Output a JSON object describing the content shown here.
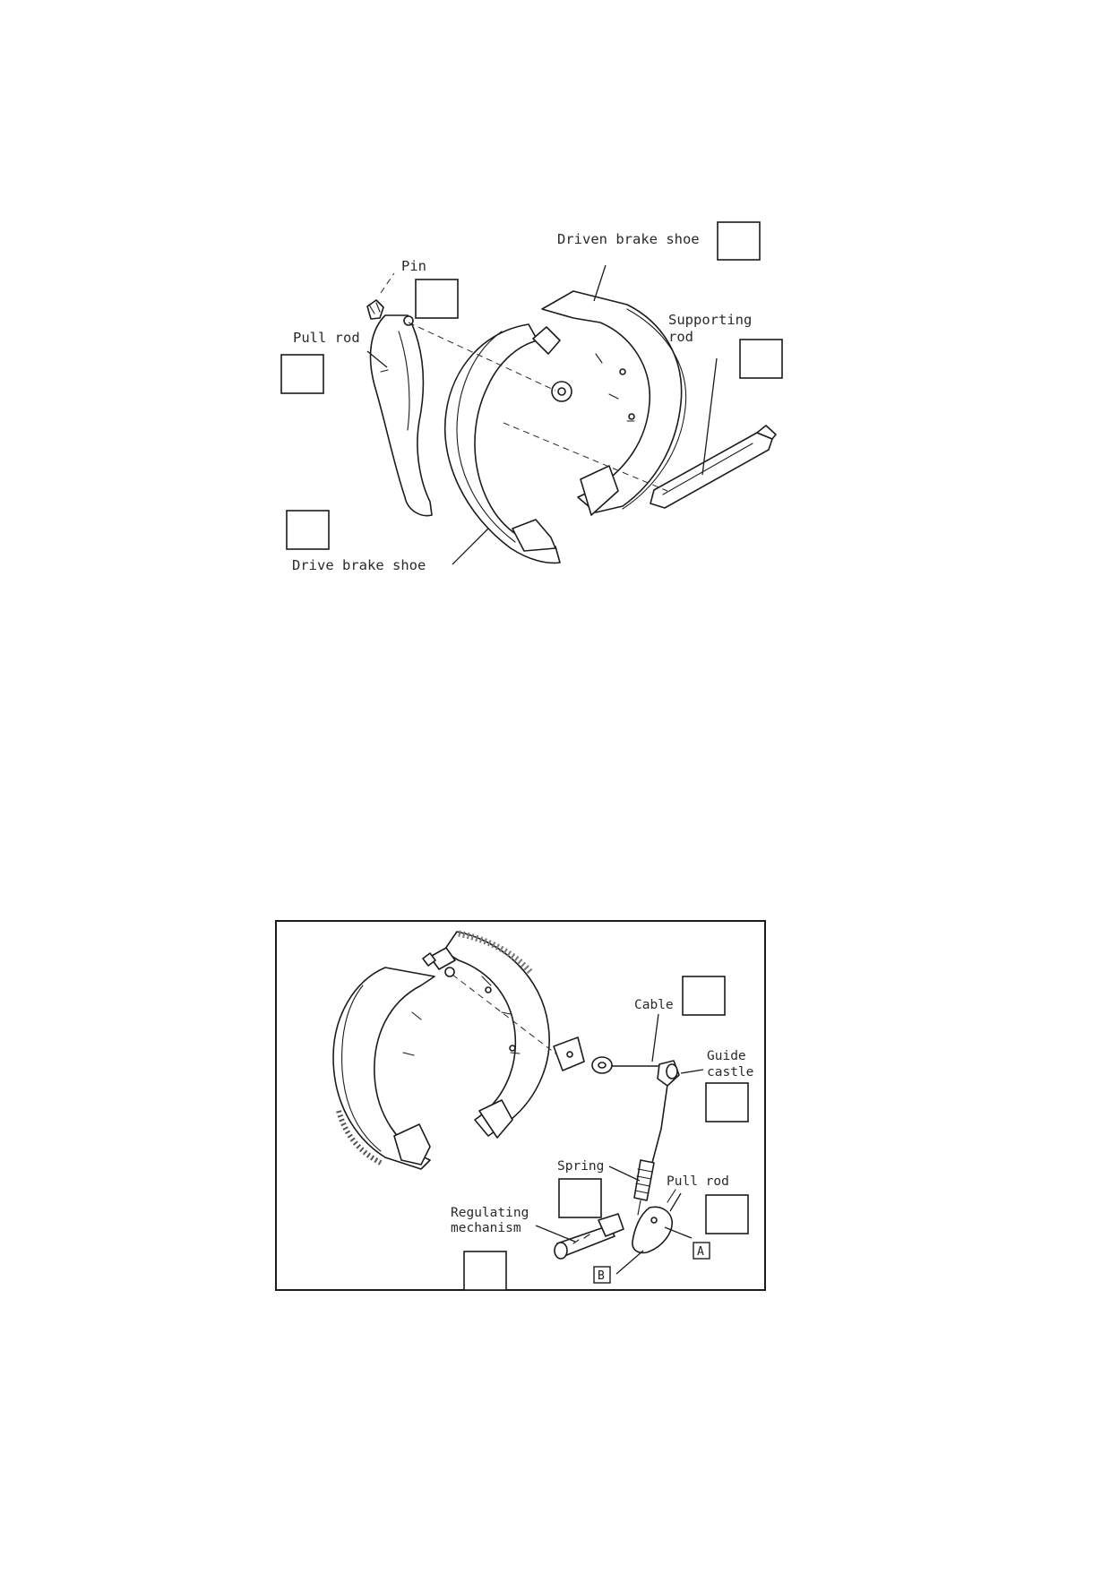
{
  "figure_top": {
    "labels": {
      "driven_brake_shoe": "Driven brake shoe",
      "pin": "Pin",
      "pull_rod": "Pull rod",
      "supporting_rod_line1": "Supporting",
      "supporting_rod_line2": "rod",
      "drive_brake_shoe": "Drive brake shoe"
    }
  },
  "figure_bottom": {
    "labels": {
      "cable": "Cable",
      "guide_castle_line1": "Guide",
      "guide_castle_line2": "castle",
      "spring": "Spring",
      "pull_rod": "Pull rod",
      "regulating_mechanism_line1": "Regulating",
      "regulating_mechanism_line2": "mechanism",
      "tag_a": "A",
      "tag_b": "B"
    }
  }
}
